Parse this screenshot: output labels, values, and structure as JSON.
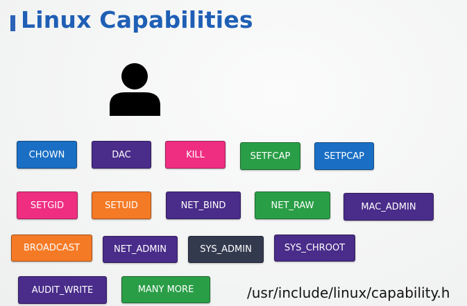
{
  "slide": {
    "title": "Linux Capabilities",
    "header_path": "/usr/include/linux/capability.h"
  },
  "icons": {
    "user": "user-icon"
  },
  "colors": {
    "title": "#1f5fb5",
    "blue": "#1a6fc4",
    "purple": "#4a2c8a",
    "pink": "#ef2e82",
    "green": "#2a9e47",
    "orange": "#f57a25",
    "dark": "#343a4e"
  },
  "capabilities": [
    {
      "label": "CHOWN",
      "color": "blue"
    },
    {
      "label": "DAC",
      "color": "purple"
    },
    {
      "label": "KILL",
      "color": "pink"
    },
    {
      "label": "SETFCAP",
      "color": "green"
    },
    {
      "label": "SETPCAP",
      "color": "blue"
    },
    {
      "label": "SETGID",
      "color": "pink"
    },
    {
      "label": "SETUID",
      "color": "orange"
    },
    {
      "label": "NET_BIND",
      "color": "purple"
    },
    {
      "label": "NET_RAW",
      "color": "green"
    },
    {
      "label": "MAC_ADMIN",
      "color": "purple"
    },
    {
      "label": "BROADCAST",
      "color": "orange"
    },
    {
      "label": "NET_ADMIN",
      "color": "purple"
    },
    {
      "label": "SYS_ADMIN",
      "color": "dark"
    },
    {
      "label": "SYS_CHROOT",
      "color": "purple"
    },
    {
      "label": "AUDIT_WRITE",
      "color": "purple"
    },
    {
      "label": "MANY MORE",
      "color": "green"
    }
  ]
}
